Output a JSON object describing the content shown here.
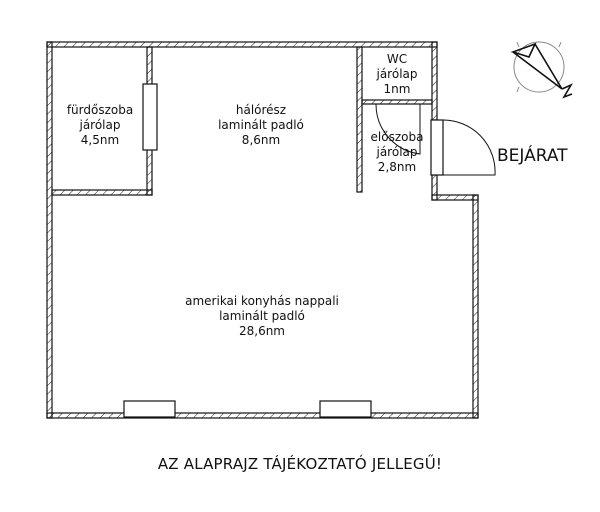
{
  "rooms": {
    "bathroom": {
      "name": "fürdőszoba",
      "floor": "járólap",
      "area": "4,5nm"
    },
    "bedroom": {
      "name": "hálórész",
      "floor": "laminált padló",
      "area": "8,6nm"
    },
    "wc": {
      "name": "WC",
      "floor": "járólap",
      "area": "1nm"
    },
    "hall": {
      "name": "előszoba",
      "floor": "járólap",
      "area": "2,8nm"
    },
    "living": {
      "name": "amerikai konyhás nappali",
      "floor": "laminált padló",
      "area": "28,6nm"
    }
  },
  "entrance_label": "BEJÁRAT",
  "disclaimer": "AZ ALAPRAJZ TÁJÉKOZTATÓ JELLEGŰ!",
  "compass_icon": "north-arrow-icon"
}
